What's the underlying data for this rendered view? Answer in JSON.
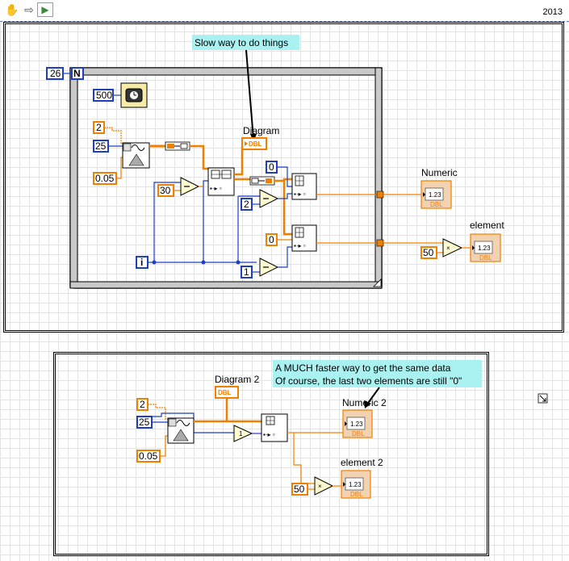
{
  "app": {
    "version": "2013"
  },
  "toolbar": {
    "buttons": [
      {
        "name": "operate-hand-icon",
        "glyph": "✋"
      },
      {
        "name": "run-arrow-icon",
        "glyph": "⇨"
      },
      {
        "name": "run-continuously-icon",
        "glyph": "▶"
      }
    ]
  },
  "loop1": {
    "count": "26",
    "count_terminal": "N",
    "iteration_terminal": "i",
    "wait_ms": "500",
    "note": "Slow way to do things",
    "diagram_label": "Diagram",
    "diagram_type": "DBL",
    "constants": {
      "frequency": "2",
      "samples": "25",
      "amplitude": "0.05",
      "subtract": "30",
      "index_top": "0",
      "index_bottom": "0",
      "const_2": "2",
      "const_1": "1"
    }
  },
  "outputs1": {
    "numeric_label": "Numeric",
    "element_label": "element",
    "multiplier": "50",
    "display": "1.23",
    "type": "DBL",
    "multiply_glyph": "×"
  },
  "section2": {
    "note_line1": "A MUCH faster way to get the same data",
    "note_line2": "Of course, the last two elements are still \"0\"",
    "diagram_label": "Diagram 2",
    "diagram_type": "DBL",
    "constants": {
      "frequency": "2",
      "samples": "25",
      "amplitude": "0.05"
    },
    "numeric_label": "Numeric 2",
    "element_label": "element 2",
    "multiplier": "50",
    "display": "1.23",
    "type": "DBL",
    "multiply_glyph": "×"
  },
  "colors": {
    "wire_double": "#f08000",
    "wire_integer": "#1f3fbf",
    "frame": "#000000",
    "note_bg": "#aaf2f2"
  }
}
